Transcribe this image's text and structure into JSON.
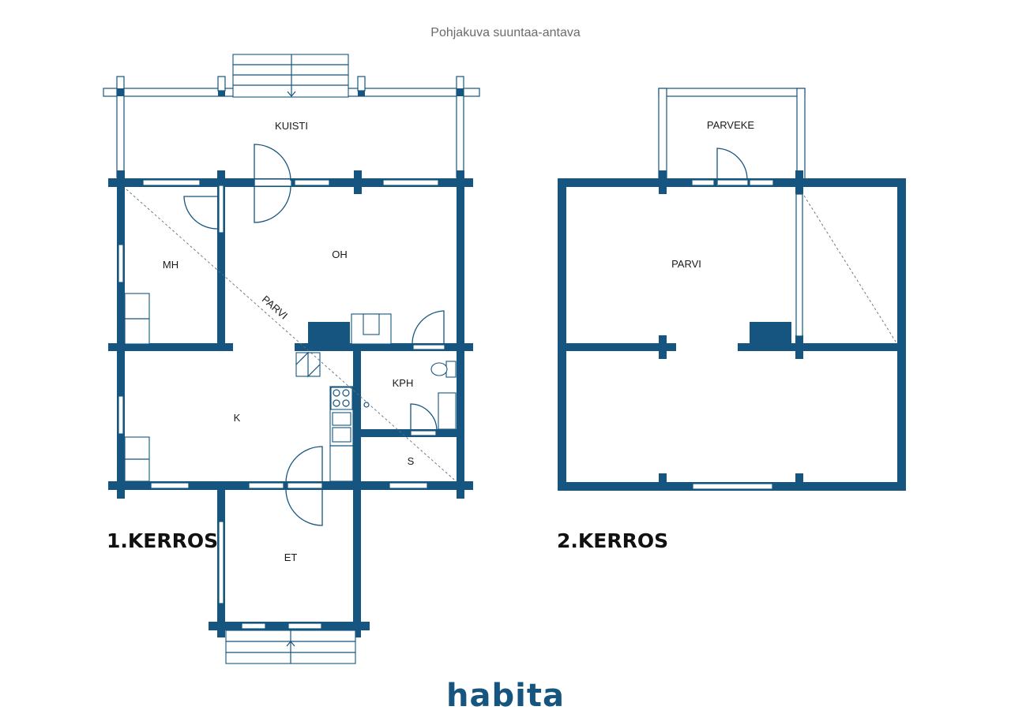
{
  "caption": "Pohjakuva suuntaa-antava",
  "floor1": {
    "title": "1.KERROS",
    "rooms": {
      "kuisti": "KUISTI",
      "mh": "MH",
      "oh": "OH",
      "parvi": "PARVI",
      "k": "K",
      "kph": "KPH",
      "s": "S",
      "et": "ET"
    }
  },
  "floor2": {
    "title": "2.KERROS",
    "rooms": {
      "parveke": "PARVEKE",
      "parvi": "PARVI"
    }
  },
  "logo": {
    "text": "habita"
  },
  "colors": {
    "wall": "#15557f",
    "caption": "#6b6b6b"
  }
}
